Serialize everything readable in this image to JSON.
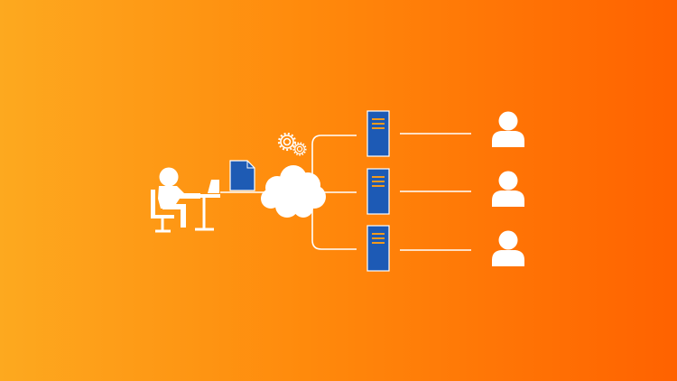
{
  "diagram": {
    "background": {
      "start_color": "#FDA91F",
      "end_color": "#FF6200"
    },
    "colors": {
      "line": "#FFFFFF",
      "document": "#1E5BB4",
      "server": "#1D5AB5",
      "server_slot": "#F29A1E"
    },
    "nodes": [
      {
        "id": "user-at-desk",
        "icon": "person-at-laptop-icon"
      },
      {
        "id": "document",
        "icon": "document-icon"
      },
      {
        "id": "cloud",
        "icon": "cloud-icon"
      },
      {
        "id": "gears",
        "icon": "gears-icon"
      },
      {
        "id": "server-1",
        "icon": "server-icon"
      },
      {
        "id": "server-2",
        "icon": "server-icon"
      },
      {
        "id": "server-3",
        "icon": "server-icon"
      },
      {
        "id": "client-1",
        "icon": "user-icon"
      },
      {
        "id": "client-2",
        "icon": "user-icon"
      },
      {
        "id": "client-3",
        "icon": "user-icon"
      }
    ],
    "edges": [
      {
        "from": "user-at-desk",
        "to": "cloud"
      },
      {
        "from": "cloud",
        "to": "server-1"
      },
      {
        "from": "cloud",
        "to": "server-2"
      },
      {
        "from": "cloud",
        "to": "server-3"
      },
      {
        "from": "server-1",
        "to": "client-1"
      },
      {
        "from": "server-2",
        "to": "client-2"
      },
      {
        "from": "server-3",
        "to": "client-3"
      }
    ]
  }
}
